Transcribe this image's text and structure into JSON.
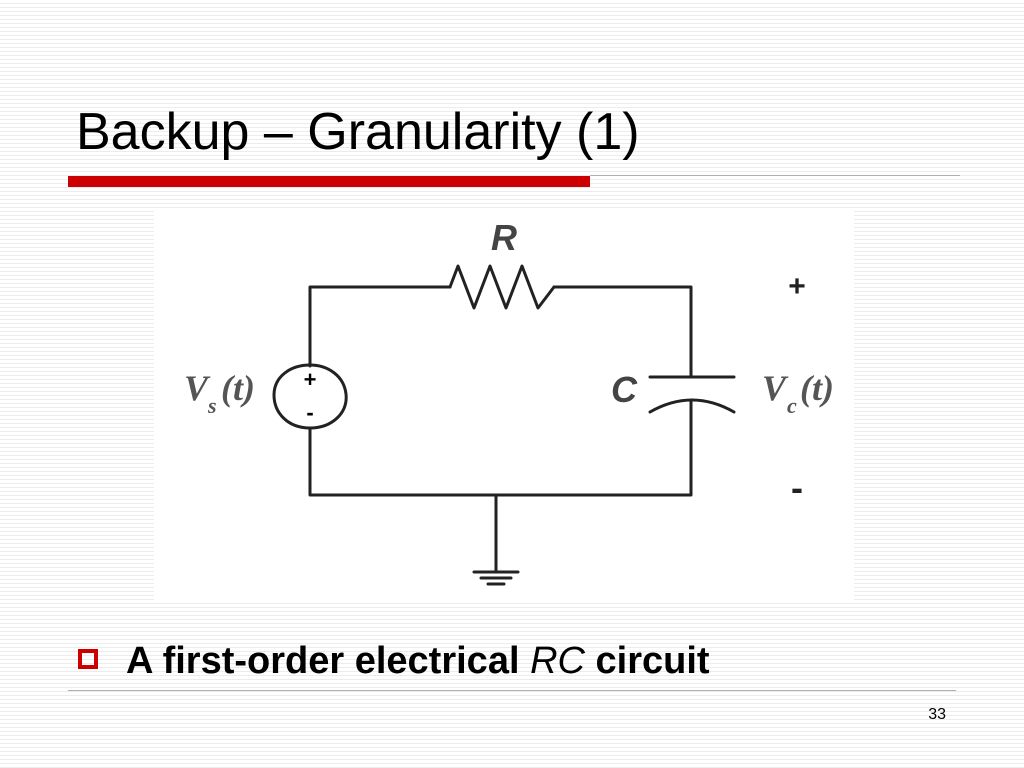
{
  "slide": {
    "title": "Backup – Granularity (1)",
    "page_number": "33"
  },
  "diagram": {
    "resistor_label": "R",
    "capacitor_label": "C",
    "source_label_main": "V",
    "source_label_sub": "s",
    "source_label_arg": "(t)",
    "source_plus": "+",
    "source_minus": "-",
    "output_label_main": "V",
    "output_label_sub": "c",
    "output_label_arg": "(t)",
    "output_plus": "+",
    "output_minus": "-"
  },
  "bullet": {
    "text_before": "A first-order electrical ",
    "text_italic": "RC",
    "text_after": " circuit"
  },
  "colors": {
    "accent": "#cc0000",
    "text": "#000000",
    "wire": "#222222"
  }
}
